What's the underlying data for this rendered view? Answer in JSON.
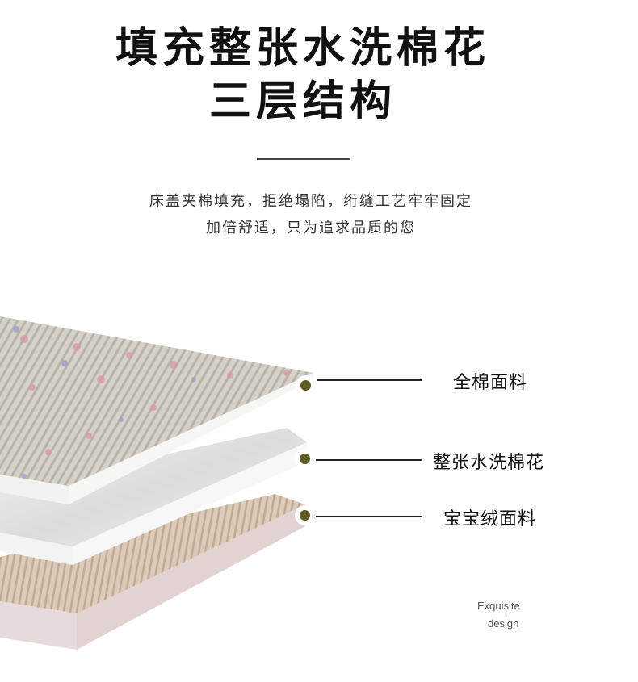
{
  "headline": {
    "line1": "填充整张水洗棉花",
    "line2": "三层结构"
  },
  "subtitle": {
    "line1": "床盖夹棉填充，拒绝塌陷，绗缝工艺牢牢固定",
    "line2": "加倍舒适，只为追求品质的您"
  },
  "layers": [
    {
      "label": "全棉面料"
    },
    {
      "label": "整张水洗棉花"
    },
    {
      "label": "宝宝绒面料"
    }
  ],
  "tagline": {
    "line1": "Exquisite",
    "line2": "design"
  },
  "colors": {
    "dot": "#5e5b22",
    "floral": "#cfcbc2",
    "cotton": "#ececec",
    "velvet": "#d9c6b4",
    "velvet_side": "#e3d2d2"
  }
}
